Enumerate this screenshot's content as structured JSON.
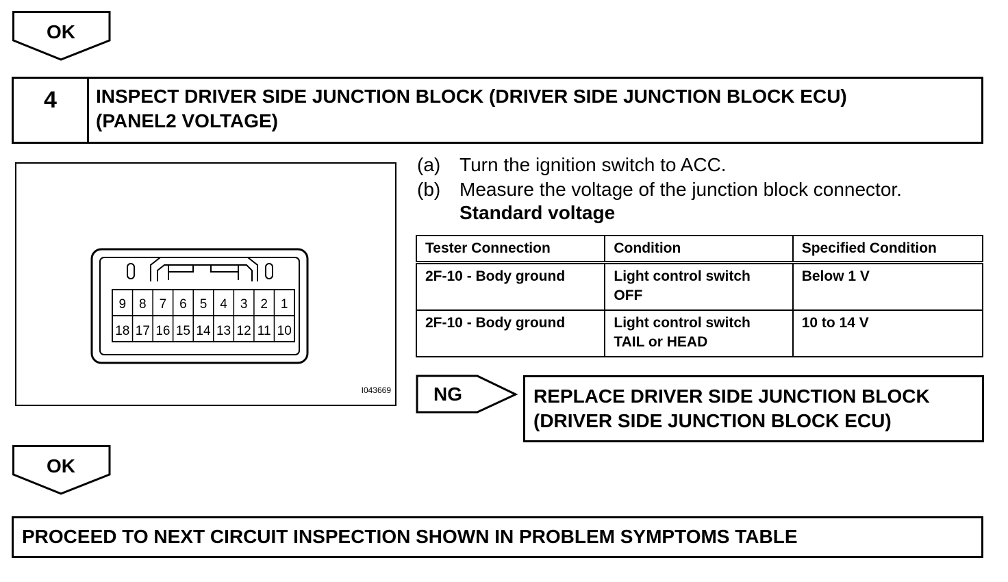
{
  "ok_top": {
    "label": "OK"
  },
  "step": {
    "number": "4",
    "title_line1": "INSPECT DRIVER SIDE JUNCTION BLOCK (DRIVER SIDE JUNCTION BLOCK ECU)",
    "title_line2": "(PANEL2 VOLTAGE)"
  },
  "figure": {
    "id": "I043669",
    "pins_top": [
      "9",
      "8",
      "7",
      "6",
      "5",
      "4",
      "3",
      "2",
      "1"
    ],
    "pins_bottom": [
      "18",
      "17",
      "16",
      "15",
      "14",
      "13",
      "12",
      "11",
      "10"
    ]
  },
  "instructions": [
    {
      "marker": "(a)",
      "text": "Turn the ignition switch to ACC."
    },
    {
      "marker": "(b)",
      "text": "Measure the voltage of the junction block connector."
    }
  ],
  "standard_label": "Standard voltage",
  "table": {
    "headers": [
      "Tester Connection",
      "Condition",
      "Specified Condition"
    ],
    "rows": [
      {
        "connection": "2F-10 - Body ground",
        "condition_line1": "Light control switch",
        "condition_line2": "OFF",
        "specified": "Below 1 V"
      },
      {
        "connection": "2F-10 - Body ground",
        "condition_line1": "Light control switch",
        "condition_line2": "TAIL or HEAD",
        "specified": "10 to 14 V"
      }
    ]
  },
  "ng": {
    "label": "NG",
    "result_line1": "REPLACE DRIVER SIDE JUNCTION BLOCK",
    "result_line2": "(DRIVER SIDE JUNCTION BLOCK ECU)"
  },
  "ok_bottom": {
    "label": "OK"
  },
  "final": {
    "text": "PROCEED TO NEXT CIRCUIT INSPECTION SHOWN IN PROBLEM SYMPTOMS TABLE"
  }
}
